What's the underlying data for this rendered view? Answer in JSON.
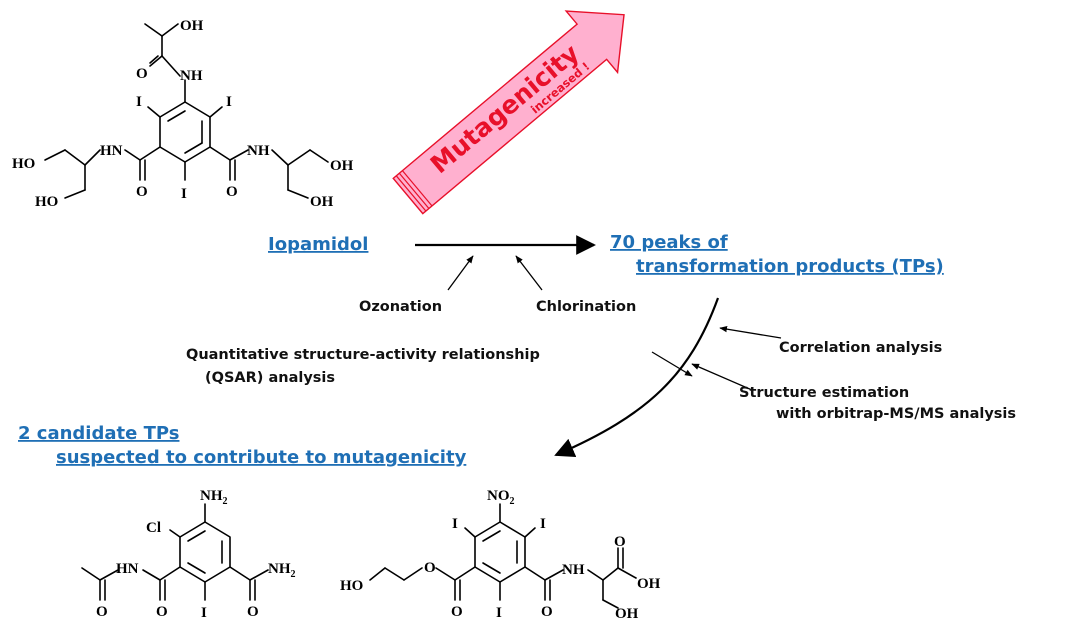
{
  "colors": {
    "accent_blue": "#1f6fb5",
    "mutagenicity_red": "#e8102a",
    "arrow_fill": "#ffb0cf"
  },
  "banner": {
    "word": "Mutagenicity",
    "note": "increased !"
  },
  "nodes": {
    "iopamidol": "Iopamidol",
    "tps_line1": "70 peaks of",
    "tps_line2": "transformation products (TPs)",
    "candidates_line1": "2 candidate TPs",
    "candidates_line2": "suspected to contribute to mutagenicity"
  },
  "labels": {
    "ozonation": "Ozonation",
    "chlorination": "Chlorination",
    "qsar_line1": "Quantitative structure-activity relationship",
    "qsar_line2": "(QSAR) analysis",
    "correlation": "Correlation analysis",
    "structure_line1": "Structure estimation",
    "structure_line2": "with orbitrap-MS/MS analysis"
  },
  "atoms": {
    "OH": "OH",
    "O": "O",
    "NH": "NH",
    "HN": "HN",
    "HO": "HO",
    "I": "I",
    "Cl": "Cl",
    "N": "N",
    "H": "H",
    "two": "2",
    "NO": "NO"
  }
}
